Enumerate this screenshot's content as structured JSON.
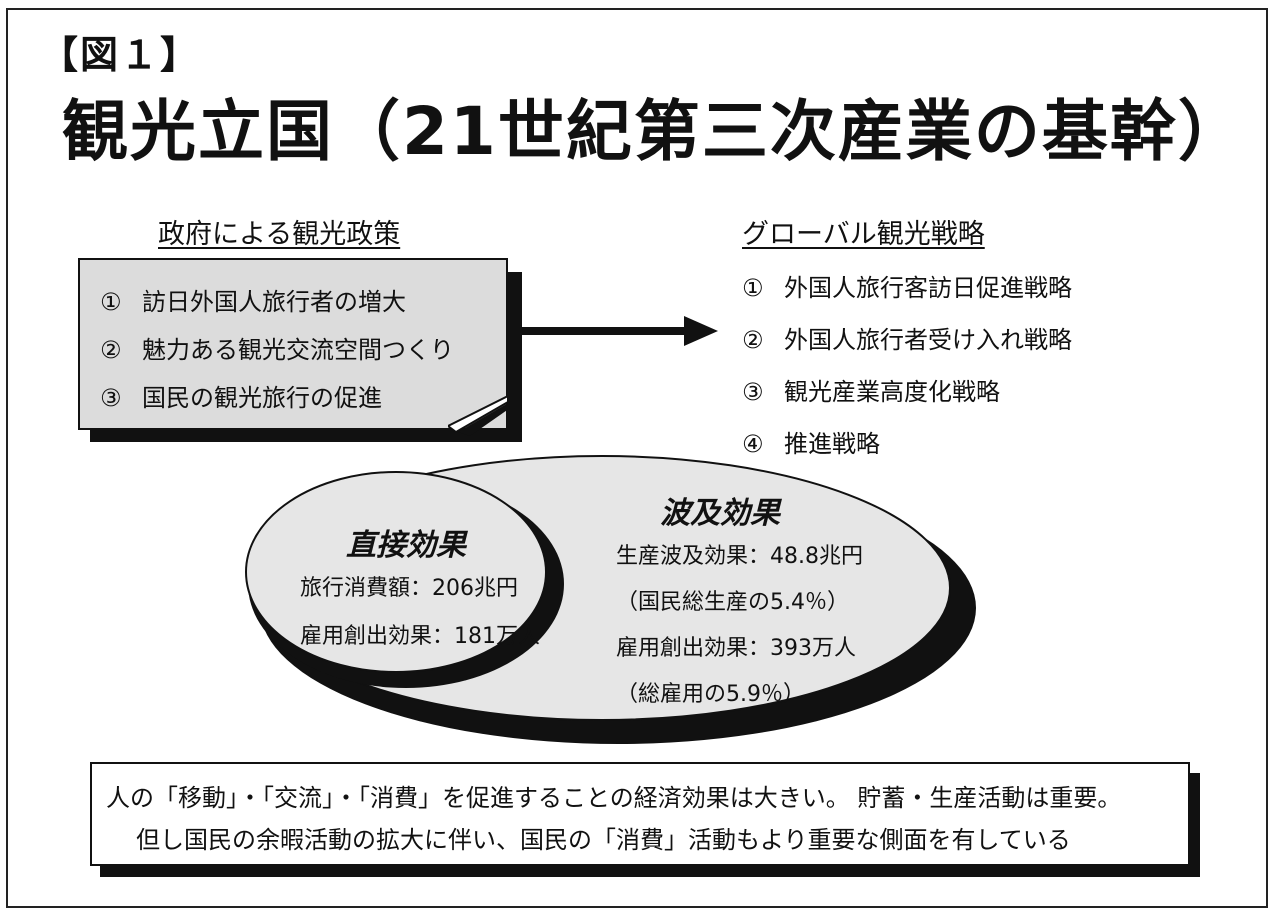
{
  "figure_label": "【図１】",
  "title": "観光立国（21世紀第三次産業の基幹）",
  "government_policy": {
    "heading": "政府による観光政策",
    "items": [
      {
        "num": "①",
        "text": "訪日外国人旅行者の増大"
      },
      {
        "num": "②",
        "text": "魅力ある観光交流空間つくり"
      },
      {
        "num": "③",
        "text": "国民の観光旅行の促進"
      }
    ]
  },
  "global_strategy": {
    "heading": "グローバル観光戦略",
    "items": [
      {
        "num": "①",
        "text": "外国人旅行客訪日促進戦略"
      },
      {
        "num": "②",
        "text": "外国人旅行者受け入れ戦略"
      },
      {
        "num": "③",
        "text": "観光産業高度化戦略"
      },
      {
        "num": "④",
        "text": "推進戦略"
      }
    ]
  },
  "direct_effect": {
    "title": "直接効果",
    "lines": [
      "旅行消費額：206兆円",
      "雇用創出効果：181万人"
    ]
  },
  "ripple_effect": {
    "title": "波及効果",
    "lines": [
      "生産波及効果：48.8兆円",
      "（国民総生産の5.4％）",
      "雇用創出効果：393万人",
      "（総雇用の5.9％）"
    ]
  },
  "message": {
    "line1": "人の「移動」・「交流」・「消費」を促進することの経済効果は大きい。 貯蓄・生産活動は重要。",
    "line2": "但し国民の余暇活動の拡大に伴い、国民の「消費」活動もより重要な側面を有している"
  },
  "colors": {
    "box_fill": "#dcdcdc",
    "ellipse_fill": "#e6e6e6",
    "shadow": "#111111"
  }
}
